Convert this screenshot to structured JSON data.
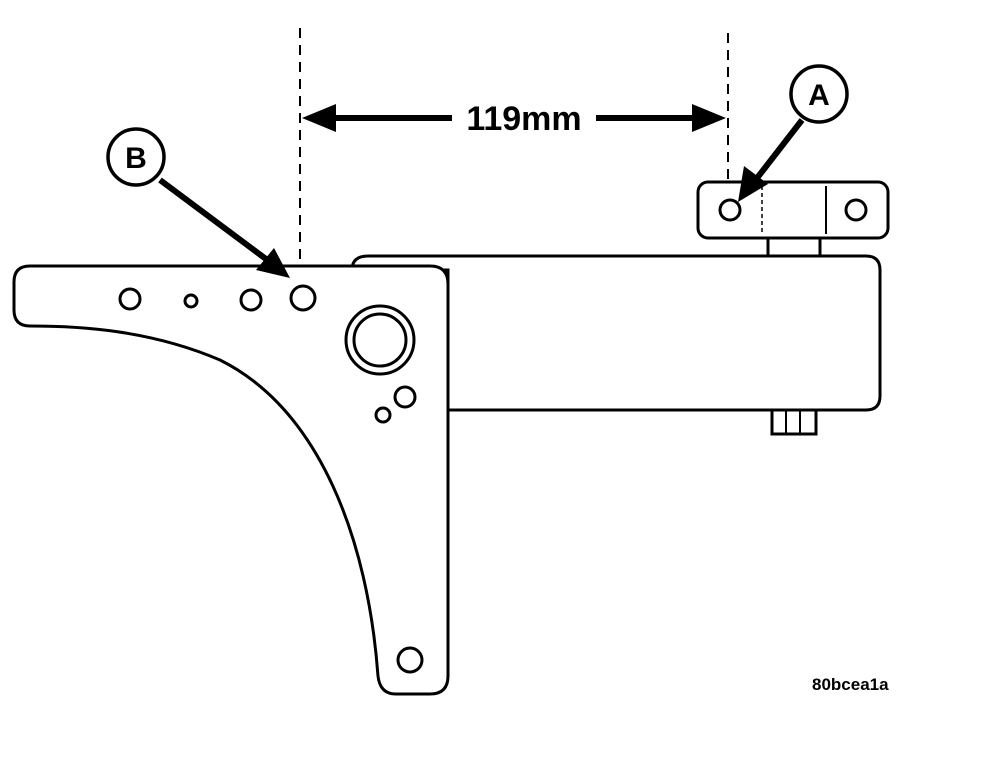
{
  "dimension": {
    "label": "119mm"
  },
  "callouts": {
    "a": "A",
    "b": "B"
  },
  "figure_code": "80bcea1a",
  "colors": {
    "ink": "#000000",
    "paper": "#ffffff"
  }
}
